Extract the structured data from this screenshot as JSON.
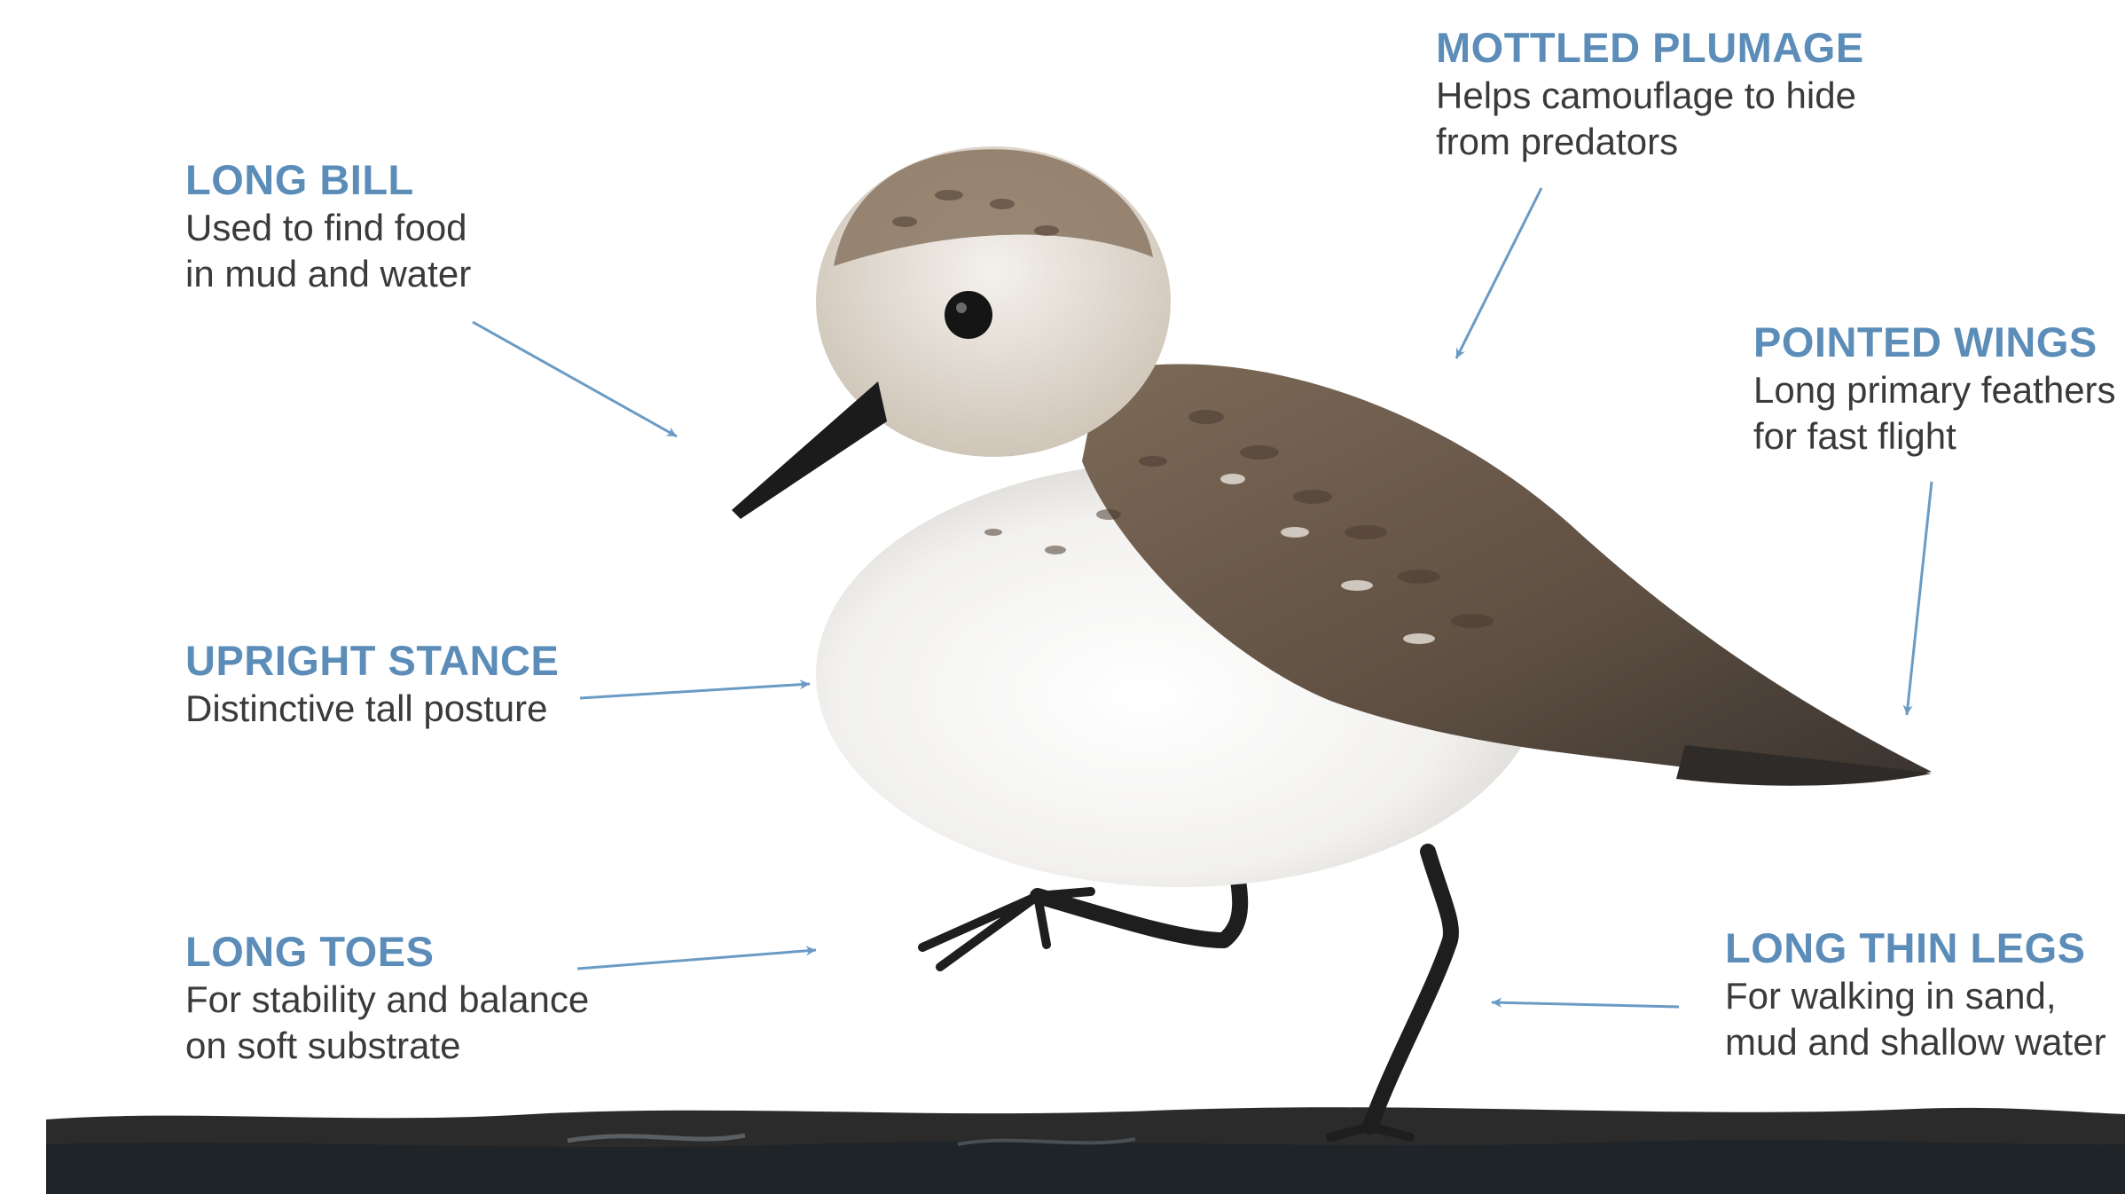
{
  "callouts": {
    "bill": {
      "title": "LONG BILL",
      "lines": [
        "Used to find food",
        "in mud and water"
      ]
    },
    "plumage": {
      "title": "MOTTLED PLUMAGE",
      "lines": [
        "Helps camouflage to hide",
        "from predators"
      ]
    },
    "wings": {
      "title": "POINTED WINGS",
      "lines": [
        "Long primary feathers",
        "for fast flight"
      ]
    },
    "stance": {
      "title": "UPRIGHT STANCE",
      "lines": [
        "Distinctive tall posture"
      ]
    },
    "toes": {
      "title": "LONG TOES",
      "lines": [
        "For stability and balance",
        "on soft substrate"
      ]
    },
    "legs": {
      "title": "LONG THIN LEGS",
      "lines": [
        "For walking in sand,",
        "mud and shallow water"
      ]
    }
  },
  "colors": {
    "title": "#5b8db8",
    "body_text": "#3a3a3a",
    "arrow": "#6a9bc4",
    "ground": "#2b2b2b"
  }
}
